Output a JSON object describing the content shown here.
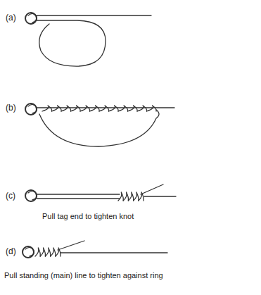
{
  "diagram": {
    "labels": [
      "(a)",
      "(b)",
      "(c)",
      "Pull tag end to tighten knot",
      "(d)",
      "Pull standing (main) line to tighten against ring"
    ]
  }
}
